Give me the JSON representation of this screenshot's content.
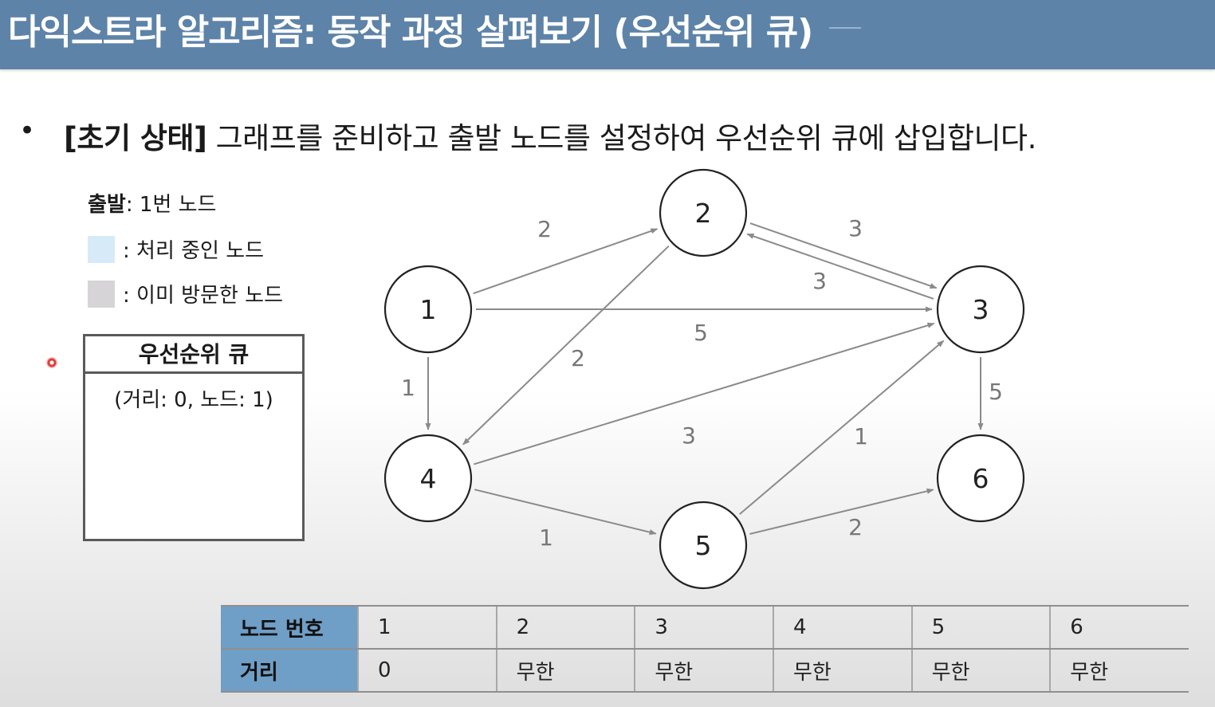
{
  "slide": {
    "title": "다익스트라 알고리즘: 동작 과정 살펴보기 (우선순위 큐)",
    "bullet": "•",
    "headline_bold": "[초기 상태]",
    "headline_rest": " 그래프를 준비하고 출발 노드를 설정하여 우선순위 큐에 삽입합니다."
  },
  "legend": {
    "start_label": "출발",
    "start_value": ": 1번 노드",
    "processing_label": ": 처리 중인 노드",
    "processing_color": "#d6eaf8",
    "visited_label": ": 이미 방문한 노드",
    "visited_color": "#d6d4d6"
  },
  "priority_queue": {
    "title": "우선순위 큐",
    "entries": [
      "(거리: 0, 노드: 1)"
    ]
  },
  "graph": {
    "nodes": [
      {
        "id": "1",
        "label": "1"
      },
      {
        "id": "2",
        "label": "2"
      },
      {
        "id": "3",
        "label": "3"
      },
      {
        "id": "4",
        "label": "4"
      },
      {
        "id": "5",
        "label": "5"
      },
      {
        "id": "6",
        "label": "6"
      }
    ],
    "edges": [
      {
        "from": "1",
        "to": "2",
        "weight": "2"
      },
      {
        "from": "1",
        "to": "3",
        "weight": "5"
      },
      {
        "from": "1",
        "to": "4",
        "weight": "1"
      },
      {
        "from": "2",
        "to": "3",
        "weight": "3"
      },
      {
        "from": "2",
        "to": "4",
        "weight": "2"
      },
      {
        "from": "3",
        "to": "2",
        "weight": "3"
      },
      {
        "from": "3",
        "to": "6",
        "weight": "5"
      },
      {
        "from": "4",
        "to": "3",
        "weight": "3"
      },
      {
        "from": "4",
        "to": "5",
        "weight": "1"
      },
      {
        "from": "5",
        "to": "3",
        "weight": "1"
      },
      {
        "from": "5",
        "to": "6",
        "weight": "2"
      }
    ],
    "edge_color": "#8a8a8a",
    "node_stroke": "#222222"
  },
  "distance_table": {
    "node_header": "노드 번호",
    "distance_header": "거리",
    "nodes": [
      "1",
      "2",
      "3",
      "4",
      "5",
      "6"
    ],
    "distances": [
      "0",
      "무한",
      "무한",
      "무한",
      "무한",
      "무한"
    ],
    "header_color": "#6f9ec6"
  }
}
